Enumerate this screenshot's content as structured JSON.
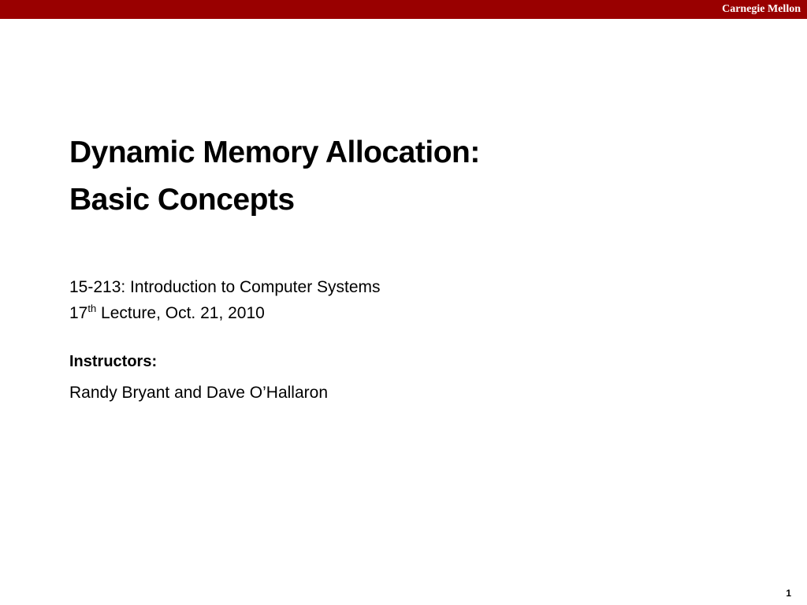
{
  "header": {
    "brand": "Carnegie Mellon",
    "bar_color": "#990000"
  },
  "title": {
    "line1": "Dynamic Memory Allocation:",
    "line2": "Basic Concepts"
  },
  "course": {
    "name": "15-213: Introduction to Computer Systems",
    "lecture_number": "17",
    "lecture_suffix": "th",
    "lecture_rest": " Lecture, Oct. 21, 2010"
  },
  "instructors": {
    "label": "Instructors:",
    "names": "Randy Bryant and Dave O’Hallaron"
  },
  "footer": {
    "page_number": "1"
  }
}
